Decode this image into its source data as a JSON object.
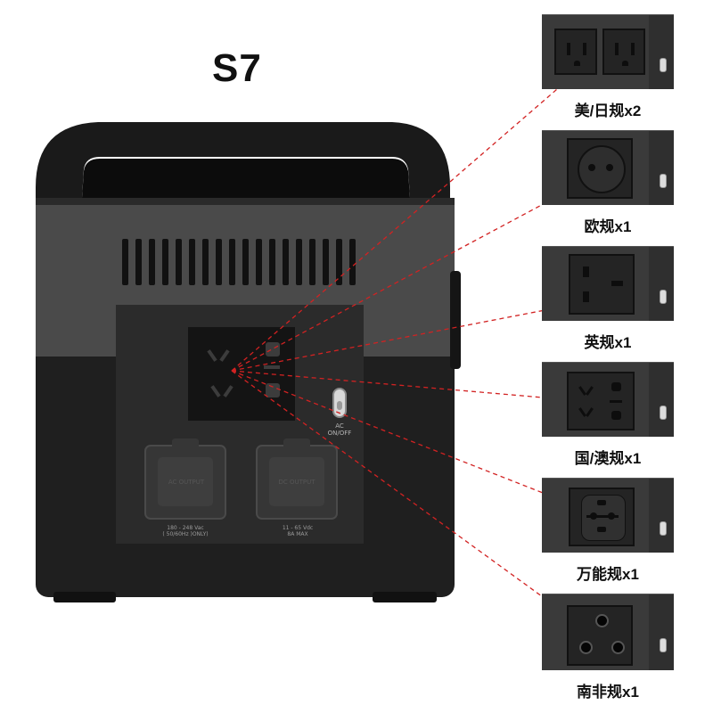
{
  "product": {
    "title": "S7"
  },
  "device": {
    "ac_switch_label_1": "AC",
    "ac_switch_label_2": "ON/OFF",
    "port_left_label": "AC OUTPUT",
    "port_right_label": "DC OUTPUT",
    "spec_left_1": "180 - 248 Vac",
    "spec_left_2": "( 50/60Hz )ONLY)",
    "spec_right_1": "11 - 65 Vdc",
    "spec_right_2": "8A MAX"
  },
  "sockets": [
    {
      "caption": "美/日规x2"
    },
    {
      "caption": "欧规x1"
    },
    {
      "caption": "英规x1"
    },
    {
      "caption": "国/澳规x1"
    },
    {
      "caption": "万能规x1"
    },
    {
      "caption": "南非规x1"
    }
  ],
  "colors": {
    "line": "#d22222",
    "body_dark": "#1f1f1f",
    "body_mid": "#4a4a4a"
  }
}
